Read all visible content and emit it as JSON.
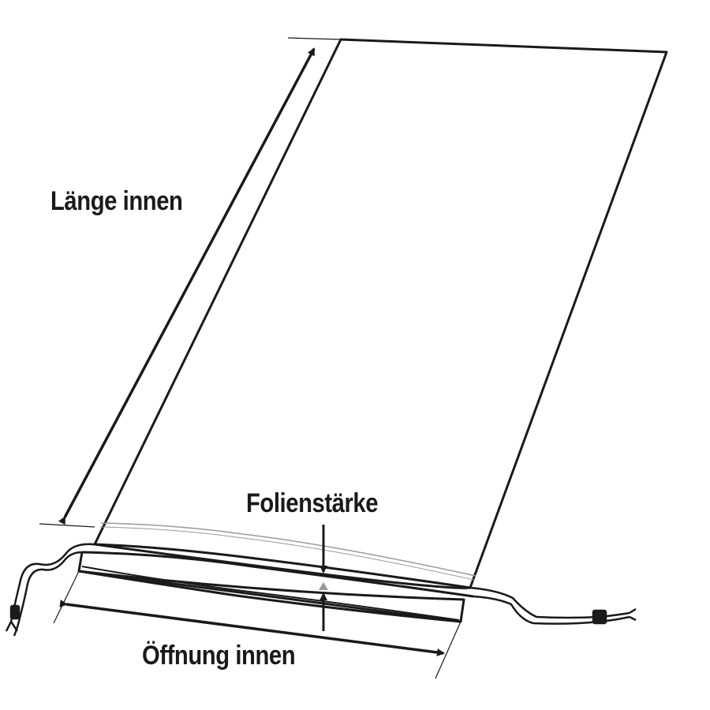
{
  "labels": {
    "length_inner": "Länge innen",
    "film_thickness": "Folienstärke",
    "opening_inner": "Öffnung innen"
  },
  "colors": {
    "line": "#1a1a1a",
    "background": "#ffffff",
    "seam": "#9a9a9a"
  }
}
